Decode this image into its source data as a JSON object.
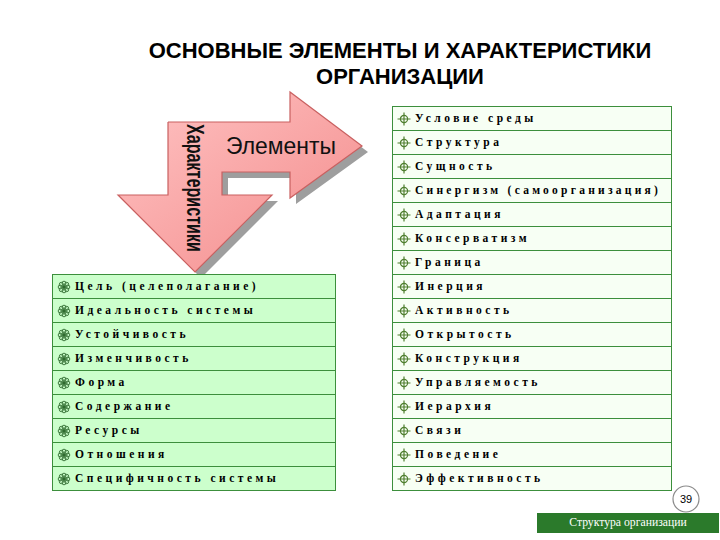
{
  "diagram": {
    "title": "ОСНОВНЫЕ ЭЛЕМЕНТЫ И ХАРАКТЕРИСТИКИ ОРГАНИЗАЦИИ",
    "nodes": [
      {
        "text": [
          "Элементы",
          "Характеристики"
        ]
      },
      {
        "text": [
          "Условие среды"
        ]
      },
      {
        "text": [
          "Структура"
        ]
      },
      {
        "text": [
          "Сущность"
        ]
      },
      {
        "text": [
          "Синергизм (самоорганизация)"
        ]
      },
      {
        "text": [
          "Адаптация"
        ]
      },
      {
        "text": [
          "Консерватизм"
        ]
      },
      {
        "text": [
          "Граница"
        ]
      },
      {
        "text": [
          "Инерция"
        ]
      },
      {
        "text": [
          "Активность"
        ]
      },
      {
        "text": [
          "Открытость"
        ]
      },
      {
        "text": [
          "Конструкция"
        ]
      },
      {
        "text": [
          "Управляемость"
        ]
      },
      {
        "text": [
          "Иерархия"
        ]
      },
      {
        "text": [
          "Связи"
        ]
      },
      {
        "text": [
          "Поведение"
        ]
      },
      {
        "text": [
          "Эффективность"
        ]
      },
      {
        "text": [
          "Цель (целеполагание)"
        ]
      },
      {
        "text": [
          "Идеальность системы"
        ]
      },
      {
        "text": [
          "Устойчивость"
        ]
      },
      {
        "text": [
          "Изменчивость"
        ]
      },
      {
        "text": [
          "Форма"
        ]
      },
      {
        "text": [
          "Содержание"
        ]
      },
      {
        "text": [
          "Ресурсы"
        ]
      },
      {
        "text": [
          "Отношения"
        ]
      },
      {
        "text": [
          "Специфичность системы"
        ]
      },
      {
        "text": [
          "39"
        ]
      },
      {
        "text": [
          "Структура организации"
        ]
      }
    ]
  }
}
